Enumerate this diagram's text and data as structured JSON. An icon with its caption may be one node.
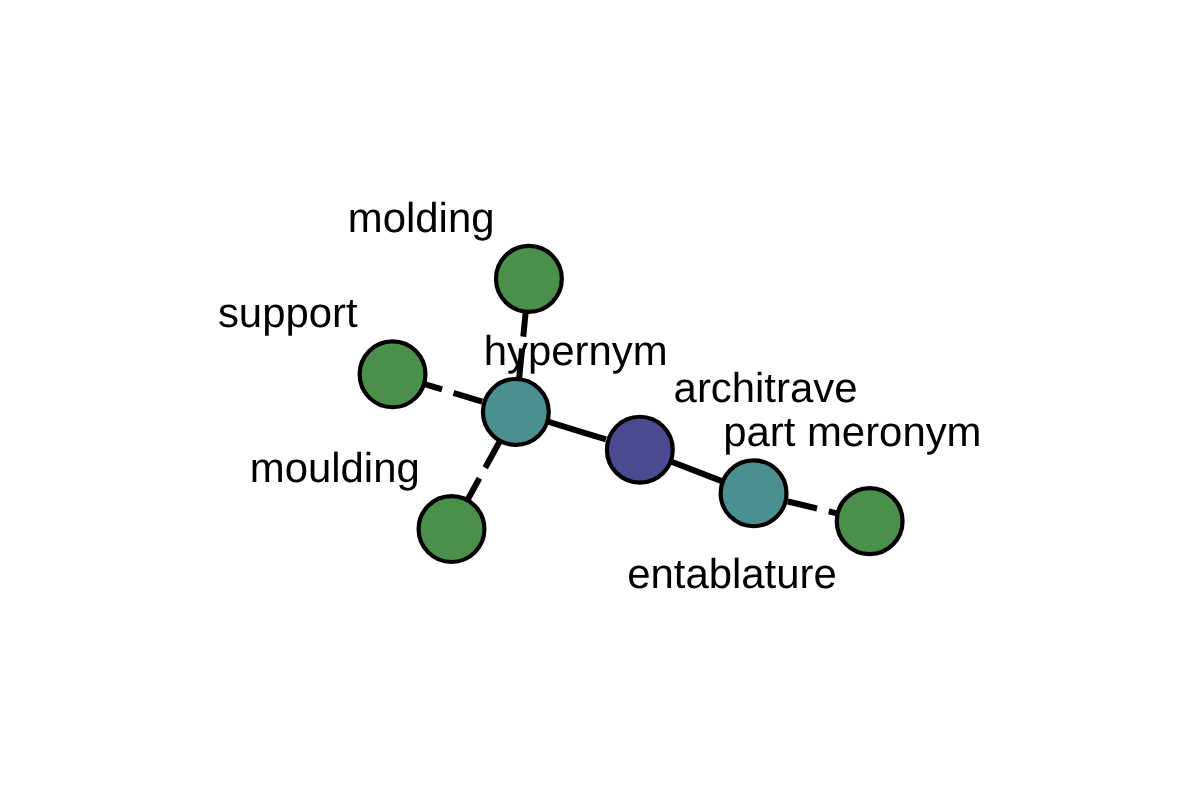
{
  "diagram": {
    "nodes": [
      {
        "text": [
          "molding"
        ]
      },
      {
        "text": [
          "moulding"
        ]
      },
      {
        "text": [
          "hypernym"
        ]
      },
      {
        "text": [
          "support"
        ]
      },
      {
        "text": [
          "architrave"
        ]
      },
      {
        "text": [
          "part meronym"
        ]
      },
      {
        "text": [
          "entablature"
        ]
      }
    ],
    "edges": [
      {
        "from": 2,
        "to": 0,
        "arrow": "none",
        "style": "dashed"
      },
      {
        "from": 2,
        "to": 1,
        "arrow": "none",
        "style": "dashed"
      },
      {
        "from": 2,
        "to": 3,
        "arrow": "none",
        "style": "dashed"
      },
      {
        "from": 4,
        "to": 2,
        "arrow": "none"
      },
      {
        "from": 4,
        "to": 5,
        "arrow": "none"
      },
      {
        "from": 5,
        "to": 6,
        "arrow": "none",
        "style": "dashed"
      }
    ]
  }
}
